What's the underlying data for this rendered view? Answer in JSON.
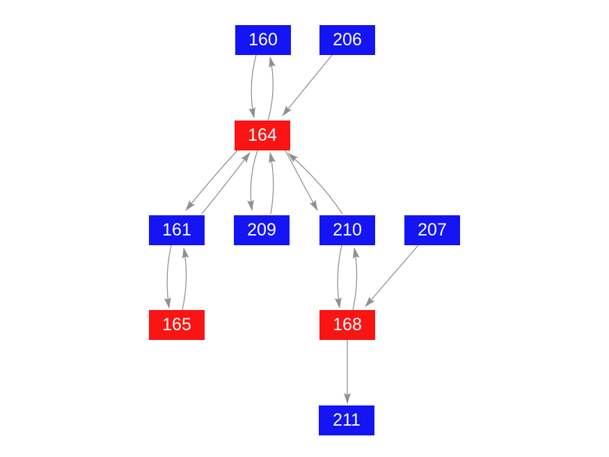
{
  "diagram": {
    "type": "directed-graph",
    "background": "#ffffff",
    "colors": {
      "blue": "#1414f5",
      "red": "#fa1414",
      "edge": "#909090",
      "text": "#ffffff"
    },
    "nodes": [
      {
        "id": "160",
        "label": "160",
        "color": "blue"
      },
      {
        "id": "206",
        "label": "206",
        "color": "blue"
      },
      {
        "id": "164",
        "label": "164",
        "color": "red"
      },
      {
        "id": "161",
        "label": "161",
        "color": "blue"
      },
      {
        "id": "209",
        "label": "209",
        "color": "blue"
      },
      {
        "id": "210",
        "label": "210",
        "color": "blue"
      },
      {
        "id": "207",
        "label": "207",
        "color": "blue"
      },
      {
        "id": "165",
        "label": "165",
        "color": "red"
      },
      {
        "id": "168",
        "label": "168",
        "color": "red"
      },
      {
        "id": "211",
        "label": "211",
        "color": "blue"
      }
    ],
    "edges": [
      {
        "from": "160",
        "to": "164",
        "style": "curved"
      },
      {
        "from": "164",
        "to": "160",
        "style": "curved"
      },
      {
        "from": "206",
        "to": "164",
        "style": "straight"
      },
      {
        "from": "164",
        "to": "161",
        "style": "curved"
      },
      {
        "from": "161",
        "to": "164",
        "style": "curved"
      },
      {
        "from": "164",
        "to": "209",
        "style": "curved"
      },
      {
        "from": "209",
        "to": "164",
        "style": "curved"
      },
      {
        "from": "164",
        "to": "210",
        "style": "curved"
      },
      {
        "from": "210",
        "to": "164",
        "style": "curved"
      },
      {
        "from": "161",
        "to": "165",
        "style": "curved"
      },
      {
        "from": "165",
        "to": "161",
        "style": "curved"
      },
      {
        "from": "210",
        "to": "168",
        "style": "curved"
      },
      {
        "from": "168",
        "to": "210",
        "style": "curved"
      },
      {
        "from": "207",
        "to": "168",
        "style": "straight"
      },
      {
        "from": "168",
        "to": "211",
        "style": "straight"
      }
    ]
  }
}
